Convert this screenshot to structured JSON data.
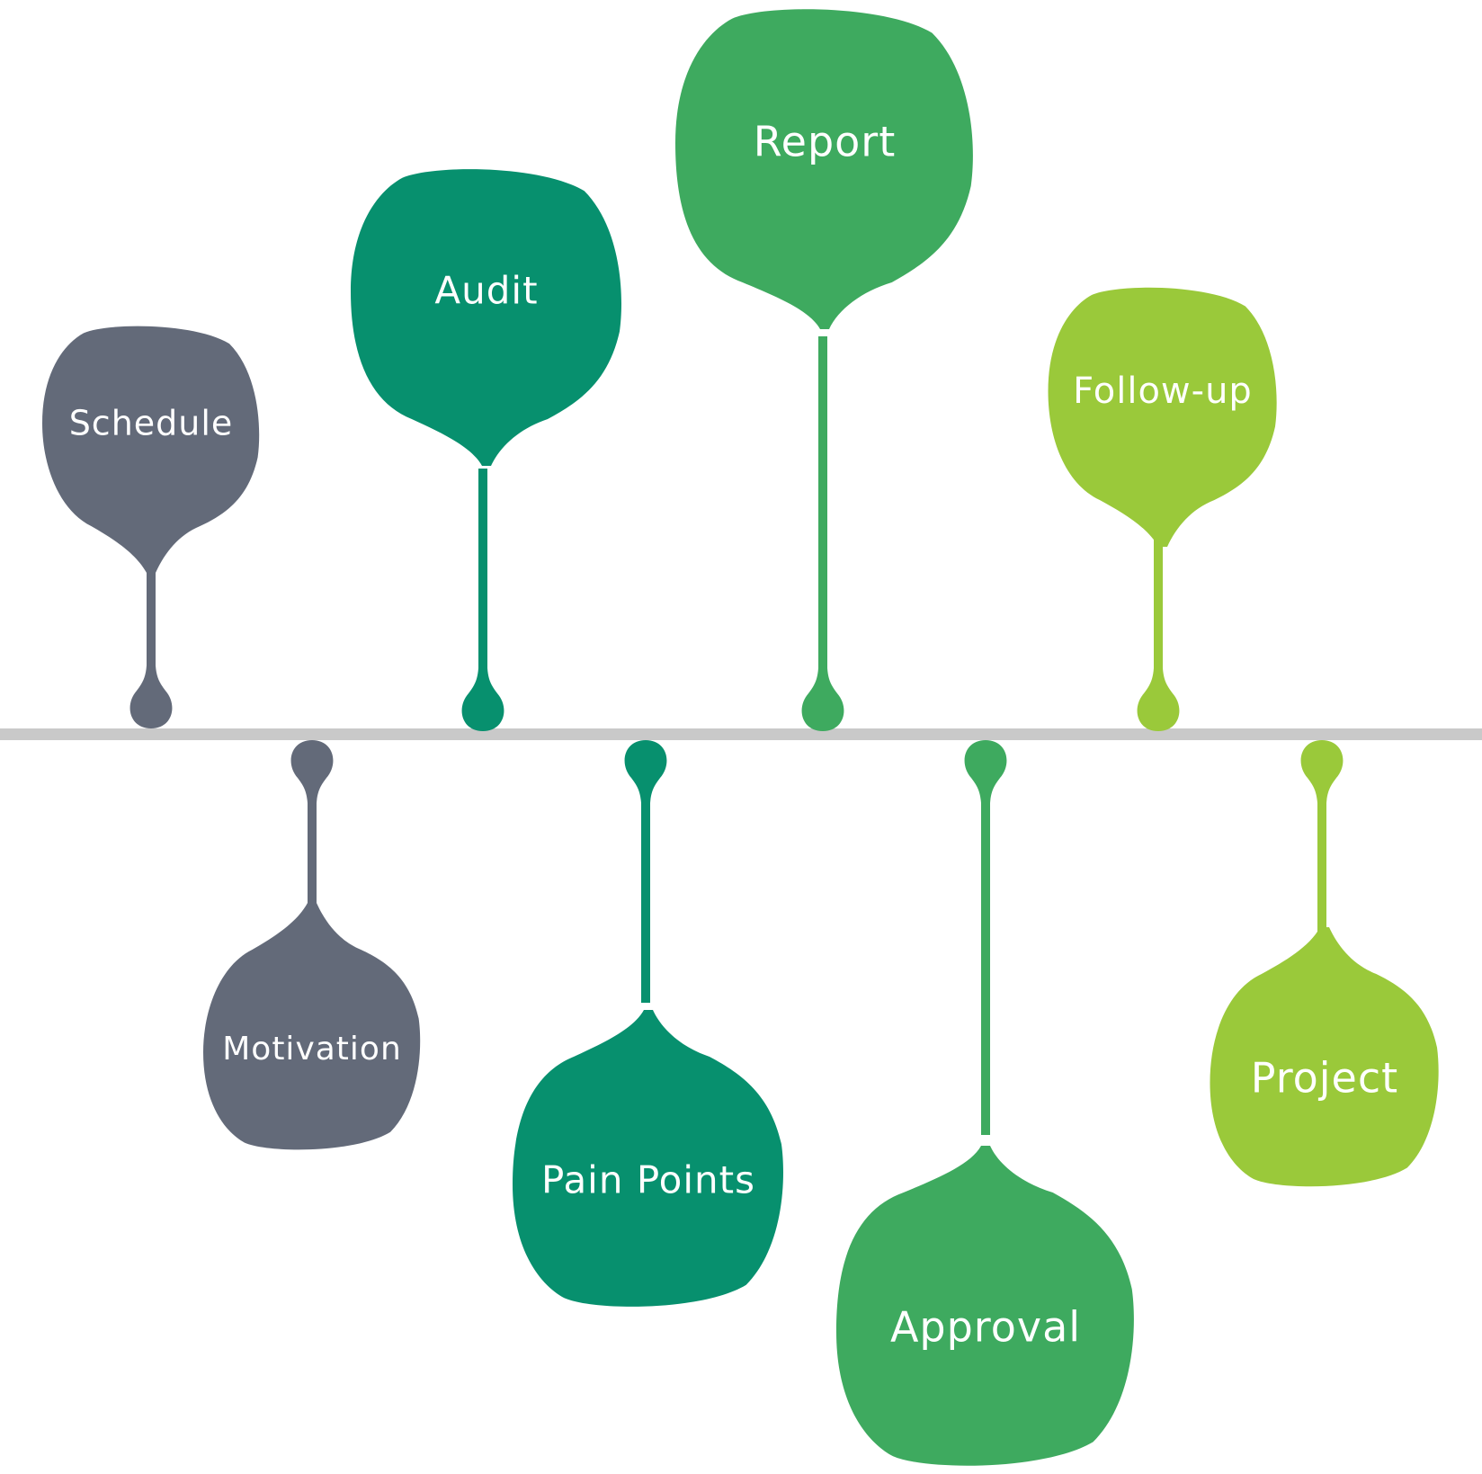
{
  "palette": {
    "slate": "#636a79",
    "teal": "#07906e",
    "green": "#3eaa5f",
    "lime": "#9ac93a",
    "timeline": "#c9c9c9",
    "label": "#ffffff"
  },
  "nodes": [
    {
      "id": "schedule",
      "label": "Schedule",
      "color": "#636a79",
      "side": "top"
    },
    {
      "id": "motivation",
      "label": "Motivation",
      "color": "#636a79",
      "side": "bottom"
    },
    {
      "id": "audit",
      "label": "Audit",
      "color": "#07906e",
      "side": "top"
    },
    {
      "id": "pain-points",
      "label": "Pain Points",
      "color": "#07906e",
      "side": "bottom"
    },
    {
      "id": "report",
      "label": "Report",
      "color": "#3eaa5f",
      "side": "top"
    },
    {
      "id": "approval",
      "label": "Approval",
      "color": "#3eaa5f",
      "side": "bottom"
    },
    {
      "id": "follow-up",
      "label": "Follow-up",
      "color": "#9ac93a",
      "side": "top"
    },
    {
      "id": "project",
      "label": "Project",
      "color": "#9ac93a",
      "side": "bottom"
    }
  ]
}
